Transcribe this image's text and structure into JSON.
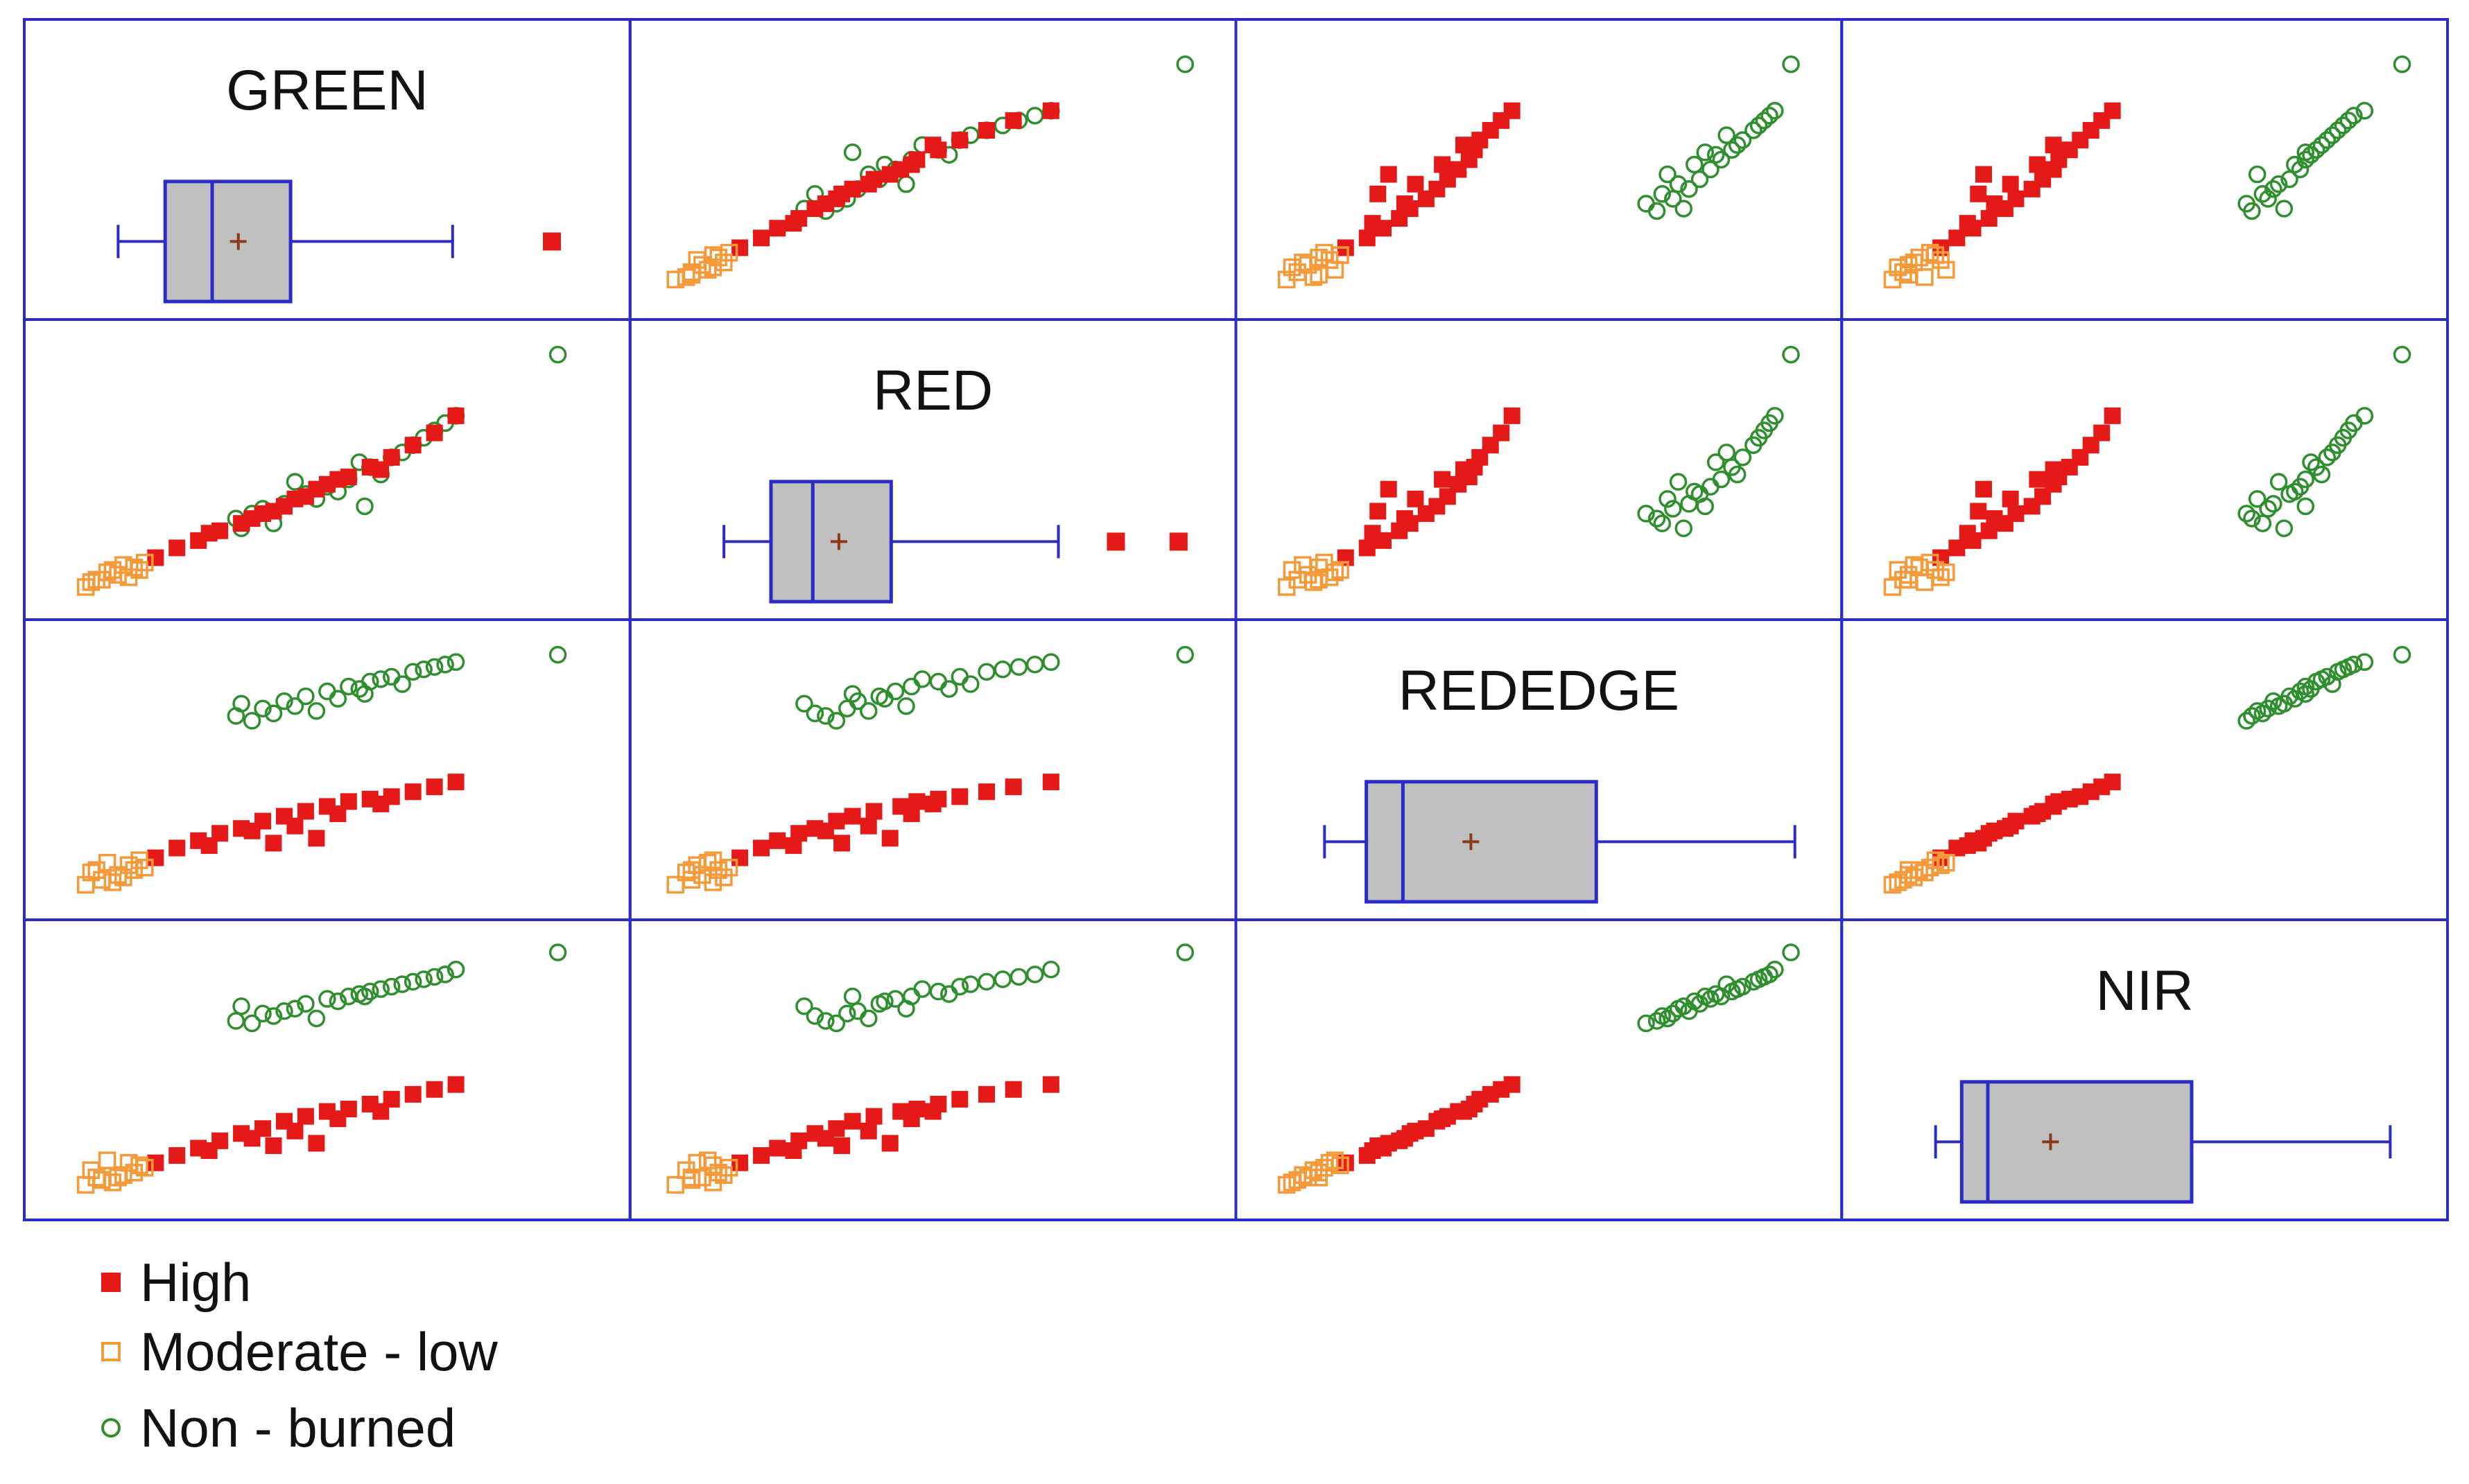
{
  "chart_data": {
    "type": "scatter",
    "variables": [
      "GREEN",
      "RED",
      "REDEDGE",
      "NIR"
    ],
    "colors": {
      "frame": "#2b2bc8",
      "box_fill": "#c0c0c0",
      "box_line": "#2b2bc8",
      "mean_marker": "#8b3a1a",
      "high": "#e61919",
      "moderate_low": "#f59a3a",
      "non_burned": "#2f8f2f"
    },
    "legend": [
      {
        "key": "high",
        "label": "High",
        "marker": "filled-square",
        "color": "#e61919"
      },
      {
        "key": "moderate_low",
        "label": "Moderate - low",
        "marker": "open-square",
        "color": "#f59a3a"
      },
      {
        "key": "non_burned",
        "label": "Non - burned",
        "marker": "open-circle",
        "color": "#2f8f2f"
      }
    ],
    "diagonal_boxplots": [
      {
        "variable": "GREEN",
        "min": 0.1,
        "q1": 0.19,
        "median": 0.28,
        "mean": 0.33,
        "q3": 0.43,
        "whisker_max": 0.74,
        "outliers": [
          0.93
        ]
      },
      {
        "variable": "RED",
        "min": 0.1,
        "q1": 0.19,
        "median": 0.27,
        "mean": 0.32,
        "q3": 0.42,
        "whisker_max": 0.74,
        "outliers": [
          0.85,
          0.97
        ]
      },
      {
        "variable": "REDEDGE",
        "min": 0.09,
        "q1": 0.17,
        "median": 0.24,
        "mean": 0.37,
        "q3": 0.61,
        "whisker_max": 0.99,
        "outliers": []
      },
      {
        "variable": "NIR",
        "min": 0.1,
        "q1": 0.15,
        "median": 0.2,
        "mean": 0.32,
        "q3": 0.59,
        "whisker_max": 0.97,
        "outliers": []
      }
    ],
    "series": [
      {
        "key": "moderate_low",
        "name": "Moderate - low",
        "points": [
          [
            0.05,
            0.02,
            0.03,
            0.03
          ],
          [
            0.08,
            0.05,
            0.05,
            0.05
          ],
          [
            0.11,
            0.07,
            0.07,
            0.06
          ],
          [
            0.14,
            0.1,
            0.09,
            0.08
          ],
          [
            0.06,
            0.04,
            0.08,
            0.09
          ],
          [
            0.1,
            0.09,
            0.04,
            0.04
          ],
          [
            0.13,
            0.06,
            0.11,
            0.12
          ],
          [
            0.16,
            0.12,
            0.1,
            0.1
          ],
          [
            0.09,
            0.08,
            0.12,
            0.13
          ],
          [
            0.12,
            0.11,
            0.06,
            0.07
          ],
          [
            0.07,
            0.05,
            0.09,
            0.06
          ],
          [
            0.15,
            0.09,
            0.13,
            0.11
          ]
        ]
      },
      {
        "key": "high",
        "name": "High",
        "points": [
          [
            0.18,
            0.14,
            0.14,
            0.12
          ],
          [
            0.22,
            0.18,
            0.18,
            0.15
          ],
          [
            0.26,
            0.21,
            0.21,
            0.18
          ],
          [
            0.3,
            0.25,
            0.24,
            0.21
          ],
          [
            0.34,
            0.28,
            0.26,
            0.24
          ],
          [
            0.38,
            0.32,
            0.29,
            0.26
          ],
          [
            0.42,
            0.35,
            0.31,
            0.29
          ],
          [
            0.46,
            0.39,
            0.33,
            0.31
          ],
          [
            0.5,
            0.44,
            0.35,
            0.33
          ],
          [
            0.54,
            0.47,
            0.37,
            0.34
          ],
          [
            0.58,
            0.51,
            0.38,
            0.36
          ],
          [
            0.62,
            0.55,
            0.39,
            0.38
          ],
          [
            0.66,
            0.6,
            0.41,
            0.4
          ],
          [
            0.7,
            0.65,
            0.43,
            0.42
          ],
          [
            0.74,
            0.72,
            0.45,
            0.44
          ],
          [
            0.28,
            0.24,
            0.19,
            0.17
          ],
          [
            0.36,
            0.3,
            0.25,
            0.22
          ],
          [
            0.44,
            0.38,
            0.27,
            0.25
          ],
          [
            0.52,
            0.46,
            0.32,
            0.3
          ],
          [
            0.6,
            0.5,
            0.36,
            0.33
          ],
          [
            0.48,
            0.42,
            0.22,
            0.2
          ],
          [
            0.4,
            0.33,
            0.2,
            0.19
          ]
        ]
      },
      {
        "key": "non_burned",
        "name": "Non - burned",
        "points": [
          [
            0.33,
            0.3,
            0.72,
            0.7
          ],
          [
            0.38,
            0.34,
            0.75,
            0.73
          ],
          [
            0.42,
            0.36,
            0.78,
            0.74
          ],
          [
            0.46,
            0.4,
            0.8,
            0.77
          ],
          [
            0.5,
            0.43,
            0.82,
            0.79
          ],
          [
            0.54,
            0.46,
            0.84,
            0.8
          ],
          [
            0.58,
            0.51,
            0.86,
            0.82
          ],
          [
            0.62,
            0.55,
            0.88,
            0.84
          ],
          [
            0.66,
            0.6,
            0.9,
            0.86
          ],
          [
            0.7,
            0.66,
            0.92,
            0.88
          ],
          [
            0.74,
            0.72,
            0.94,
            0.91
          ],
          [
            0.93,
            0.97,
            0.97,
            0.98
          ],
          [
            0.36,
            0.32,
            0.7,
            0.69
          ],
          [
            0.44,
            0.45,
            0.76,
            0.75
          ],
          [
            0.52,
            0.41,
            0.79,
            0.78
          ],
          [
            0.56,
            0.53,
            0.83,
            0.81
          ],
          [
            0.64,
            0.57,
            0.85,
            0.85
          ],
          [
            0.48,
            0.38,
            0.74,
            0.71
          ],
          [
            0.6,
            0.48,
            0.87,
            0.83
          ],
          [
            0.68,
            0.63,
            0.91,
            0.87
          ],
          [
            0.4,
            0.28,
            0.73,
            0.72
          ],
          [
            0.72,
            0.69,
            0.93,
            0.89
          ],
          [
            0.34,
            0.26,
            0.77,
            0.76
          ],
          [
            0.57,
            0.35,
            0.81,
            0.8
          ]
        ]
      }
    ]
  }
}
